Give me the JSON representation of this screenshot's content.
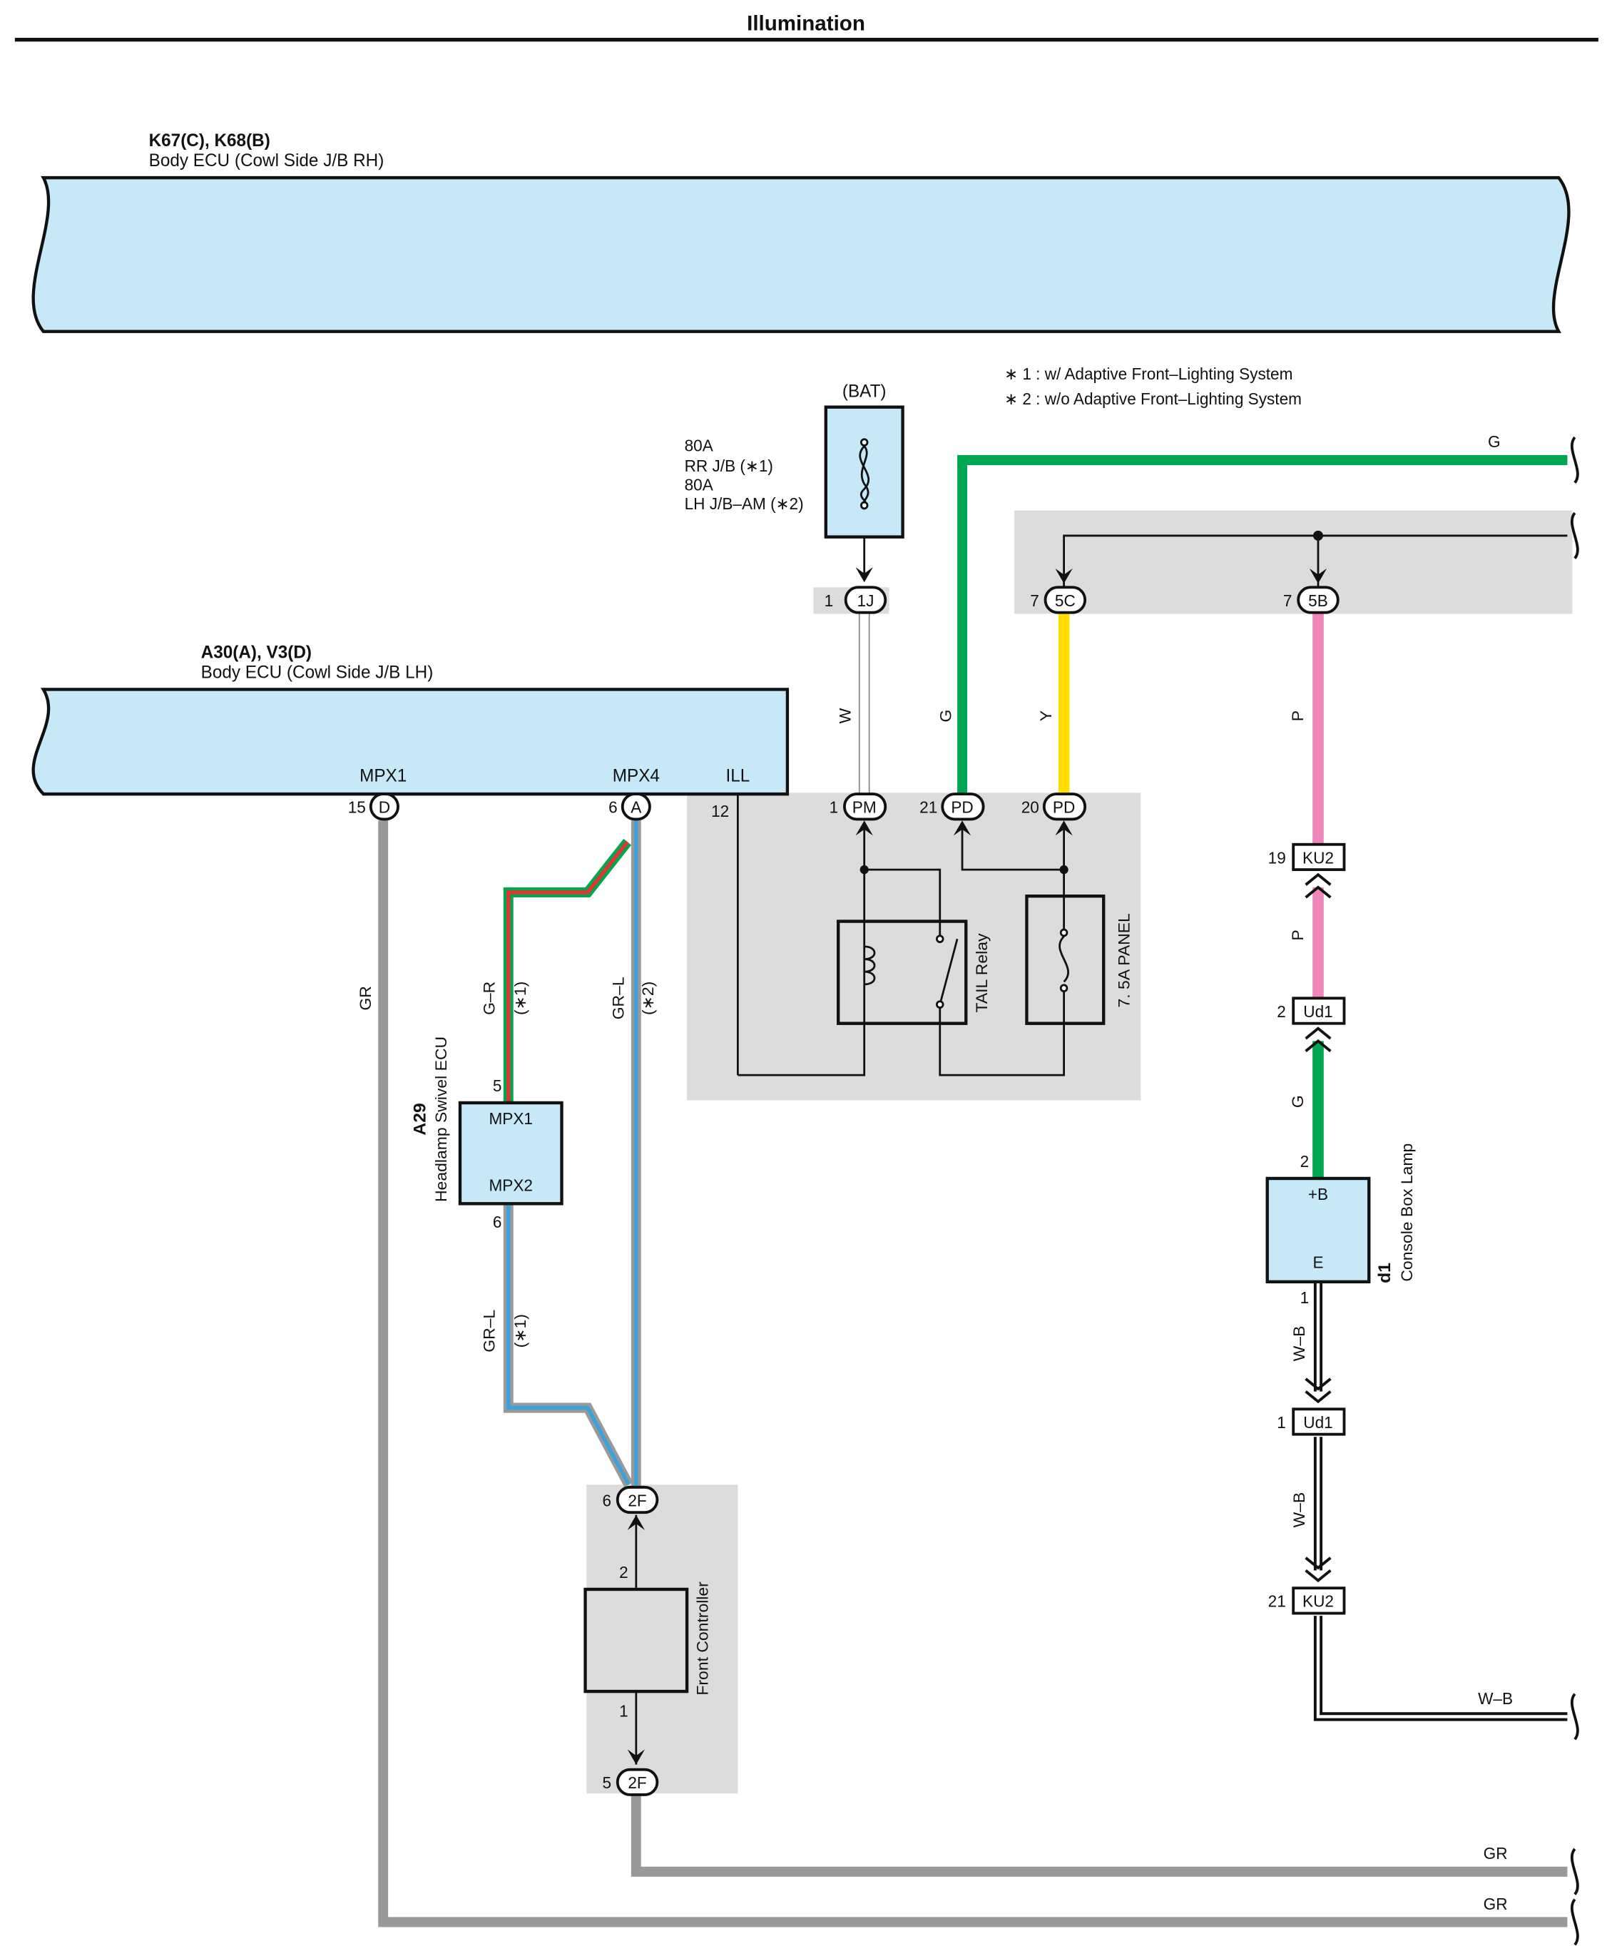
{
  "title": "Illumination",
  "colors": {
    "ecu_fill": "#c6e8f7",
    "gray_area": "#dcdcdc",
    "wire_green": "#00a651",
    "wire_yellow": "#ffde00",
    "wire_pink": "#ee86bc",
    "wire_gray": "#999999",
    "wire_red": "#e3342f",
    "wire_blue": "#3aa3dc",
    "wire_white": "#ffffff",
    "wire_black": "#111111"
  },
  "ecu_rh": {
    "code": "K67(C), K68(B)",
    "name": "Body ECU (Cowl Side J/B RH)"
  },
  "ecu_lh": {
    "code": "A30(A), V3(D)",
    "name": "Body ECU (Cowl Side J/B LH)",
    "terminals": {
      "mpx1": "MPX1",
      "mpx4": "MPX4",
      "ill": "ILL"
    }
  },
  "notes": [
    "∗ 1 : w/ Adaptive Front–Lighting System",
    "∗ 2 : w/o Adaptive Front–Lighting System"
  ],
  "battery": {
    "label": "(BAT)",
    "fuse_lines": [
      "80A",
      "RR J/B (∗1)",
      "80A",
      "LH J/B–AM (∗2)"
    ]
  },
  "connectors": {
    "c1j": {
      "pin": "1",
      "name": "1J"
    },
    "c5c": {
      "pin": "7",
      "name": "5C"
    },
    "c5b": {
      "pin": "7",
      "name": "5B"
    },
    "cd": {
      "pin": "15",
      "name": "D"
    },
    "ca": {
      "pin": "6",
      "name": "A"
    },
    "cill": {
      "pin": "12"
    },
    "cpm": {
      "pin": "1",
      "name": "PM"
    },
    "cpd21": {
      "pin": "21",
      "name": "PD"
    },
    "cpd20": {
      "pin": "20",
      "name": "PD"
    },
    "cku2a": {
      "pin": "19",
      "name": "KU2"
    },
    "cud1a": {
      "pin": "2",
      "name": "Ud1"
    },
    "cud1b": {
      "pin": "1",
      "name": "Ud1"
    },
    "cku2b": {
      "pin": "21",
      "name": "KU2"
    },
    "c2f6": {
      "pin": "6",
      "name": "2F"
    },
    "c2f5": {
      "pin": "5",
      "name": "2F"
    }
  },
  "relay": {
    "label": "TAIL Relay"
  },
  "fuse_panel": {
    "label": "7. 5A PANEL"
  },
  "swivel_ecu": {
    "code": "A29",
    "name": "Headlamp Swivel ECU",
    "t1": "MPX1",
    "t2": "MPX2",
    "pin_top": "5",
    "pin_bottom": "6"
  },
  "front_controller": {
    "name": "Front Controller",
    "pin_top": "2",
    "pin_bottom": "1"
  },
  "console_lamp": {
    "code": "d1",
    "name": "Console Box Lamp",
    "t_plus": "+B",
    "t_e": "E",
    "pin_top": "2",
    "pin_bottom": "1"
  },
  "wire_labels": {
    "w": "W",
    "g": "G",
    "y": "Y",
    "p": "P",
    "gr": "GR",
    "gr_l": "GR–L",
    "g_r": "G–R",
    "wb": "W–B",
    "note1": "(∗1)",
    "note2": "(∗2)"
  }
}
